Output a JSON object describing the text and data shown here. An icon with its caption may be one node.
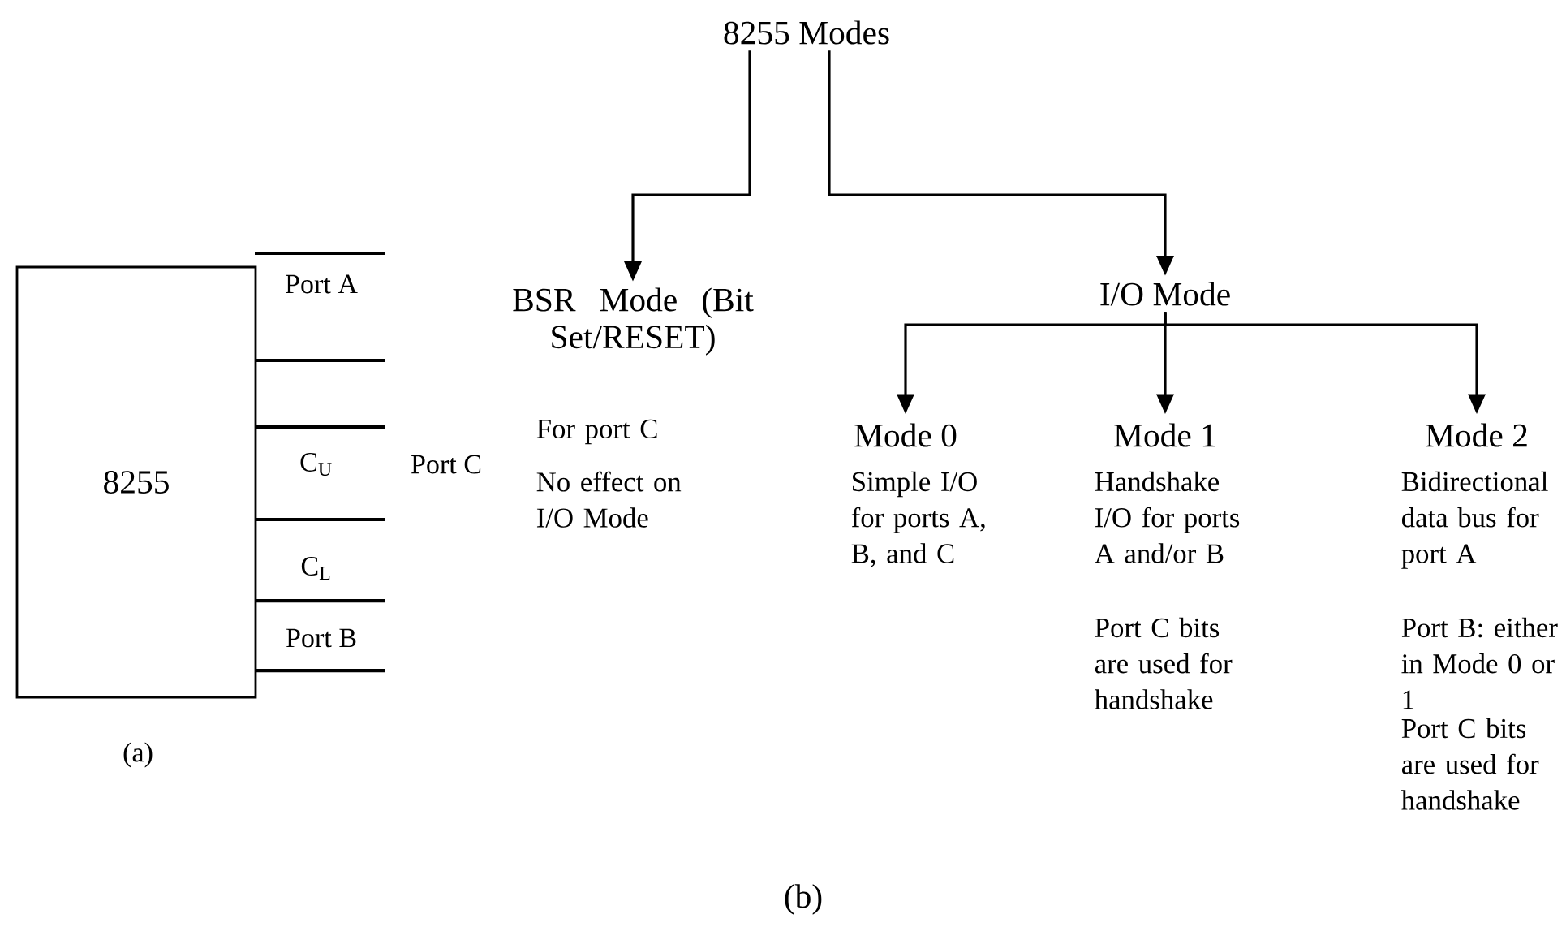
{
  "diagram": {
    "nodes": [
      {
        "text": [
          "8255 Modes"
        ]
      },
      {
        "text": [
          "BSR Mode (Bit Set/RESET)"
        ],
        "beside": [
          "For port C",
          "No effect on I/O Mode"
        ]
      },
      {
        "text": [
          "I/O Mode"
        ]
      },
      {
        "text": [
          "Mode 0"
        ],
        "beside": [
          "Simple I/O for ports A, B, and C"
        ]
      },
      {
        "text": [
          "Mode 1"
        ],
        "beside": [
          "Handshake I/O for ports A and/or B",
          "Port C bits are used for handshake"
        ]
      },
      {
        "text": [
          "Mode 2"
        ],
        "beside": [
          "Bidirectional data bus for port A",
          "Port B: either in Mode 0 or 1",
          "Port C bits are used for handshake"
        ]
      },
      {
        "text": [
          "8255"
        ]
      }
    ],
    "edges": [
      {
        "from": 0,
        "to": 1,
        "arrow": "to"
      },
      {
        "from": 0,
        "to": 2,
        "arrow": "to"
      },
      {
        "from": 2,
        "to": 3,
        "arrow": "to"
      },
      {
        "from": 2,
        "to": 4,
        "arrow": "to"
      },
      {
        "from": 2,
        "to": 5,
        "arrow": "to"
      }
    ],
    "labels": [
      "Port A",
      "C$_{U}$",
      "Port C",
      "C$_{L}$",
      "Port B",
      "(a)",
      "(b)"
    ]
  }
}
